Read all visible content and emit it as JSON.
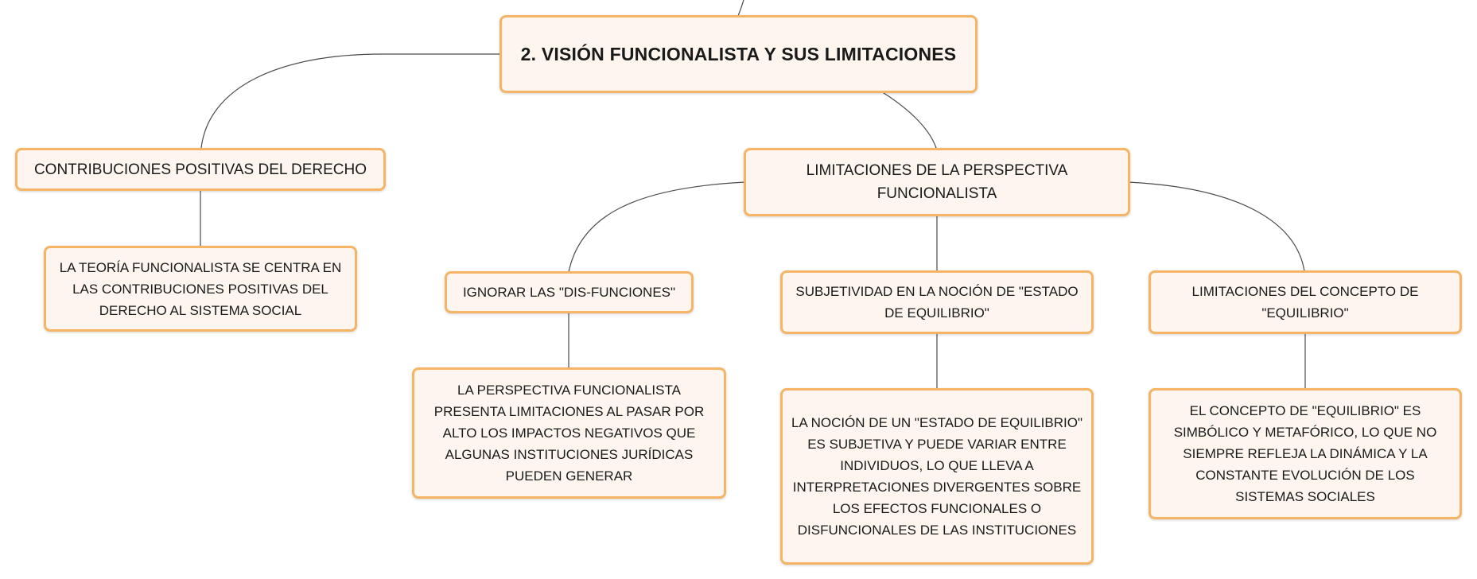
{
  "colors": {
    "node_fill": "#fef6ee",
    "node_border": "#f5b466",
    "connector": "#4a4a4a",
    "text": "#1a1a1a"
  },
  "map": {
    "root": "2. VISIÓN FUNCIONALISTA Y SUS LIMITACIONES",
    "contributions": {
      "title": "CONTRIBUCIONES POSITIVAS DEL DERECHO",
      "detail": "LA TEORÍA FUNCIONALISTA SE CENTRA EN LAS CONTRIBUCIONES POSITIVAS DEL DERECHO AL SISTEMA SOCIAL"
    },
    "limitations": {
      "title": "LIMITACIONES DE LA PERSPECTIVA FUNCIONALISTA",
      "items": [
        {
          "title": "IGNORAR LAS \"DIS-FUNCIONES\"",
          "detail": "LA PERSPECTIVA FUNCIONALISTA PRESENTA LIMITACIONES AL PASAR POR ALTO LOS IMPACTOS NEGATIVOS QUE ALGUNAS INSTITUCIONES JURÍDICAS PUEDEN GENERAR"
        },
        {
          "title": "SUBJETIVIDAD EN LA NOCIÓN DE \"ESTADO DE EQUILIBRIO\"",
          "detail": "LA NOCIÓN DE UN \"ESTADO DE EQUILIBRIO\" ES SUBJETIVA Y PUEDE VARIAR ENTRE INDIVIDUOS, LO QUE LLEVA A INTERPRETACIONES DIVERGENTES SOBRE LOS EFECTOS FUNCIONALES O DISFUNCIONALES DE LAS INSTITUCIONES"
        },
        {
          "title": "LIMITACIONES DEL CONCEPTO DE \"EQUILIBRIO\"",
          "detail": "EL CONCEPTO DE \"EQUILIBRIO\" ES SIMBÓLICO Y METAFÓRICO, LO QUE NO SIEMPRE REFLEJA LA DINÁMICA Y LA CONSTANTE EVOLUCIÓN DE LOS SISTEMAS SOCIALES"
        }
      ]
    }
  }
}
